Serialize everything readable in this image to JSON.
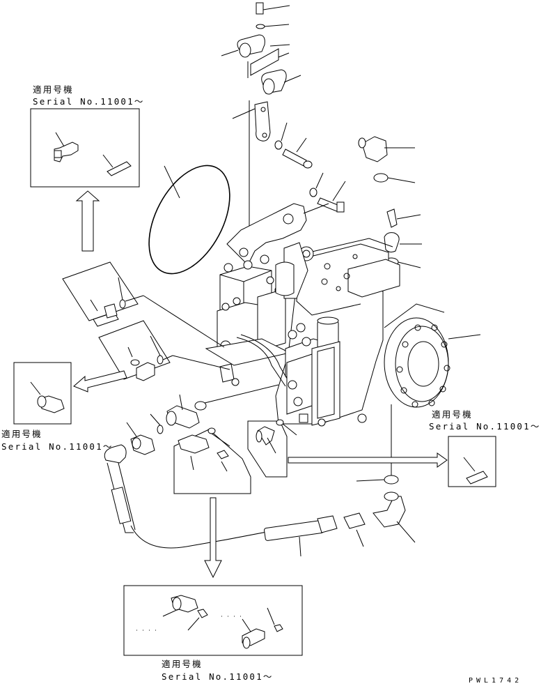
{
  "notes": {
    "top_left": {
      "line1": "適用号機",
      "line2": "Serial No.11001～"
    },
    "mid_left": {
      "line1": "適用号機",
      "line2": "Serial No.11001～"
    },
    "right": {
      "line1": "適用号機",
      "line2": "Serial No.11001～"
    },
    "bottom": {
      "line1": "適用号機",
      "line2": "Serial No.11001～"
    }
  },
  "drawing_code": "PWL1742"
}
